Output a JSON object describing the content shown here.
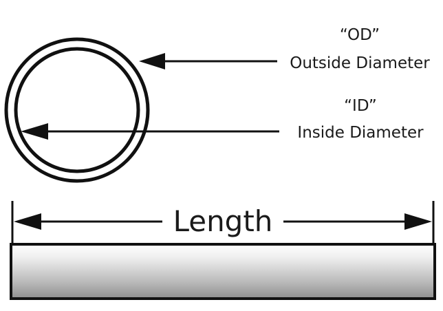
{
  "od": {
    "abbr": "“OD”",
    "name": "Outside Diameter"
  },
  "id": {
    "abbr": "“ID”",
    "name": "Inside Diameter"
  },
  "length": {
    "label": "Length"
  },
  "colors": {
    "ink": "#111111",
    "pipe_light": "#f4f4f4",
    "pipe_dark": "#8c8c8c"
  }
}
